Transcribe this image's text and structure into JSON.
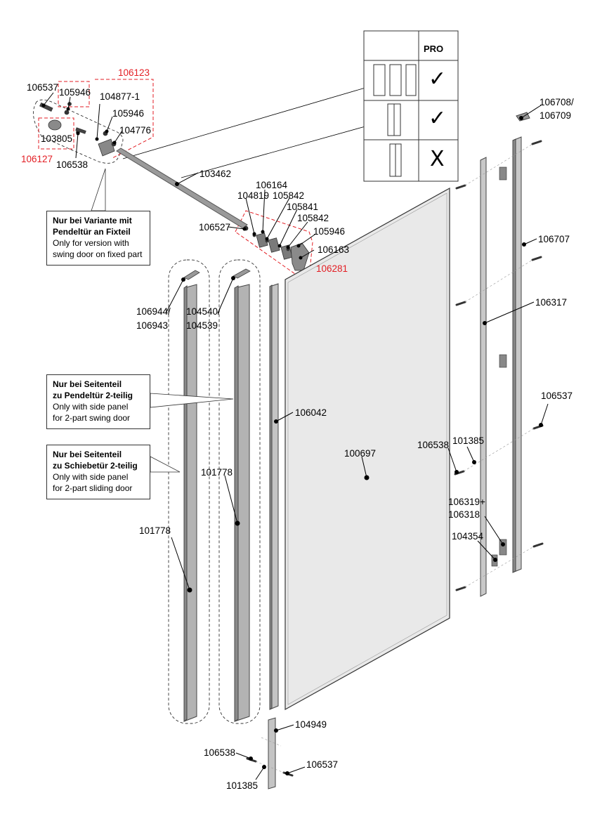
{
  "parts": {
    "p106537a": "106537",
    "p105946a": "105946",
    "p106123": "106123",
    "p104877": "104877-1",
    "p105946b": "105946",
    "p104776": "104776",
    "p103805": "103805",
    "p106127": "106127",
    "p106538a": "106538",
    "p103462": "103462",
    "p106164": "106164",
    "p104819": "104819",
    "p105842a": "105842",
    "p105841": "105841",
    "p105842b": "105842",
    "p106527": "106527",
    "p105946c": "105946",
    "p106163": "106163",
    "p106281": "106281",
    "p106944": "106944/",
    "p106943": "106943",
    "p104540": "104540/",
    "p104539": "104539",
    "p106042": "106042",
    "p100697": "100697",
    "p101778a": "101778",
    "p101778b": "101778",
    "p104949": "104949",
    "p106538b": "106538",
    "p106537b": "106537",
    "p101385b": "101385",
    "p106708": "106708/",
    "p106709": "106709",
    "p106707": "106707",
    "p106317": "106317",
    "p106537c": "106537",
    "p106538c": "106538",
    "p101385a": "101385",
    "p106319": "106319+",
    "p106318": "106318",
    "p104354": "104354"
  },
  "notes": {
    "swing_fixed": {
      "title1": "Nur bei Variante mit",
      "title2": "Pendeltür an Fixteil",
      "en1": "Only for version with",
      "en2": "swing door on fixed part"
    },
    "swing_side": {
      "title1": "Nur bei Seitenteil",
      "title2": "zu Pendeltür 2-teilig",
      "en1": "Only with side panel",
      "en2": "for 2-part swing door"
    },
    "sliding_side": {
      "title1": "Nur bei Seitenteil",
      "title2": "zu Schiebetür 2-teilig",
      "en1": "Only with side panel",
      "en2": "for 2-part sliding door"
    }
  },
  "compat_table": {
    "header": "PRO",
    "rows": [
      {
        "config": "three-panel",
        "mark": "✓"
      },
      {
        "config": "two-panel-swing",
        "mark": "✓"
      },
      {
        "config": "two-panel-fixed",
        "mark": "X"
      }
    ]
  },
  "colors": {
    "highlight_red": "#e31e24",
    "profile_gray": "#b3b3b3",
    "line": "#000000"
  }
}
